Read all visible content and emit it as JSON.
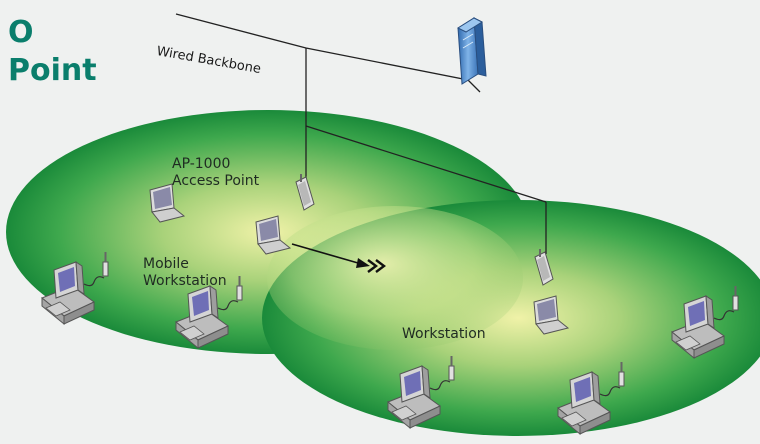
{
  "title": {
    "line1": "O",
    "line2": "Point"
  },
  "labels": {
    "backbone": "Wired Backbone",
    "ap_line1": "AP-1000",
    "ap_line2": "Access Point",
    "mobile_line1": "Mobile",
    "mobile_line2": "Workstation",
    "workstation": "Workstation"
  },
  "colors": {
    "background": "#eff1f0",
    "title": "#0a7e6c",
    "cell_center": "#f0f2a8",
    "cell_edge": "#1a8a3a",
    "server": "#4a86c8"
  },
  "icons": {
    "server": "server-tower-icon",
    "access_point": "access-point-icon",
    "laptop": "laptop-icon",
    "desktop": "desktop-workstation-icon",
    "movement": "double-chevron-icon"
  }
}
